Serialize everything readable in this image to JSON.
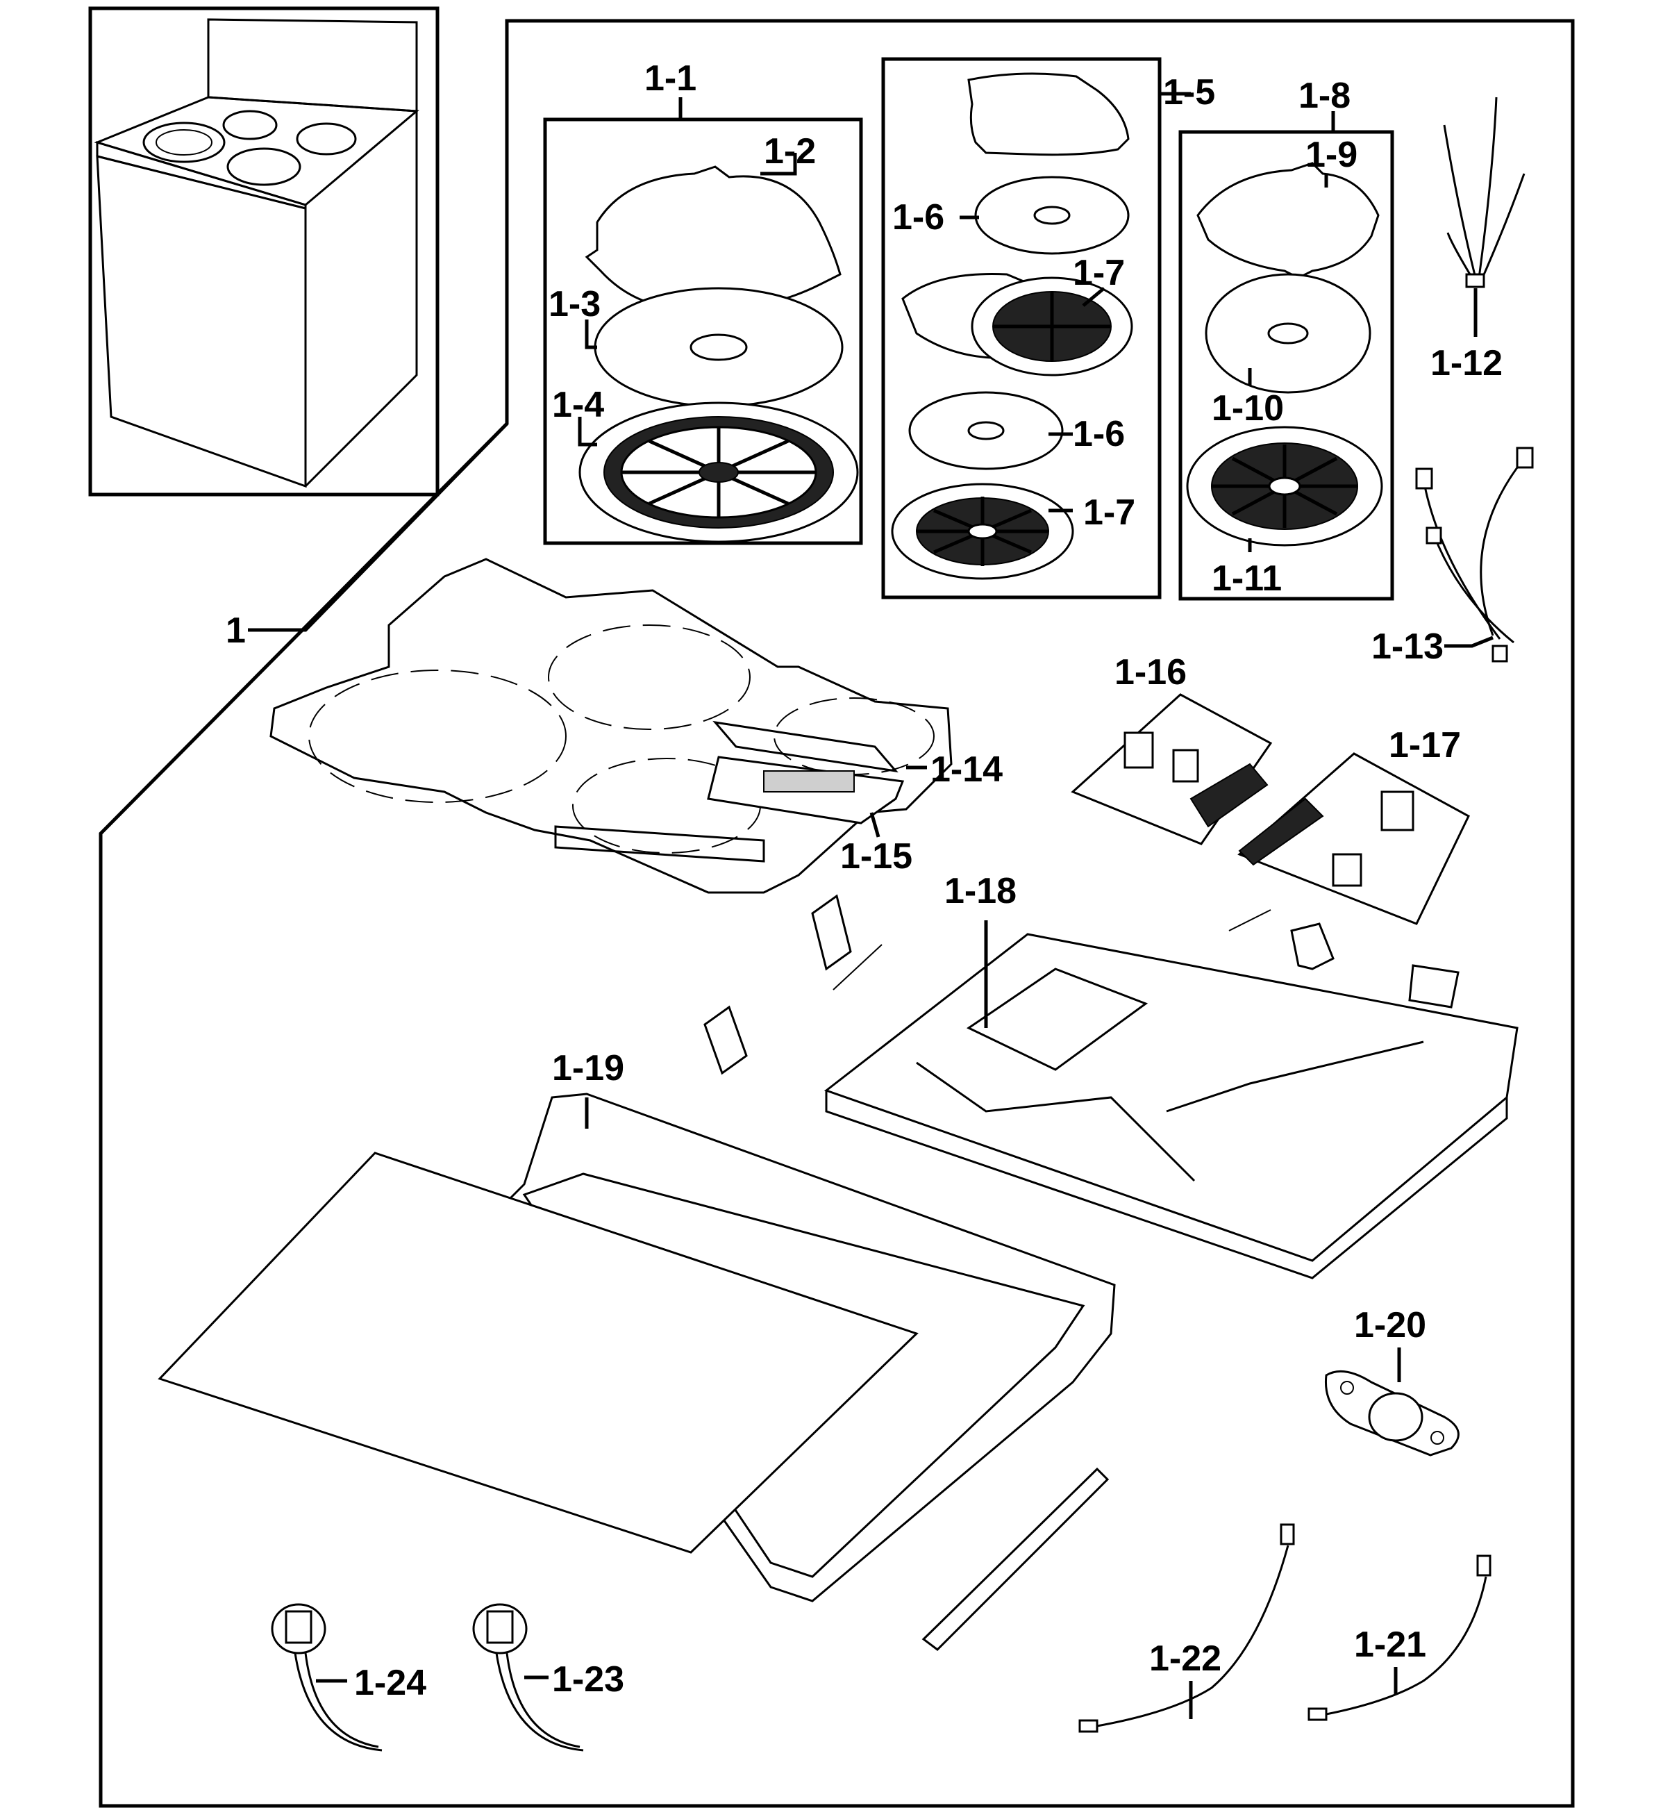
{
  "labels": {
    "l1": "1",
    "l1_1": "1-1",
    "l1_2": "1-2",
    "l1_3": "1-3",
    "l1_4": "1-4",
    "l1_5": "1-5",
    "l1_6a": "1-6",
    "l1_6b": "1-6",
    "l1_7a": "1-7",
    "l1_7b": "1-7",
    "l1_8": "1-8",
    "l1_9": "1-9",
    "l1_10": "1-10",
    "l1_11": "1-11",
    "l1_12": "1-12",
    "l1_13": "1-13",
    "l1_14": "1-14",
    "l1_15": "1-15",
    "l1_16": "1-16",
    "l1_17": "1-17",
    "l1_18": "1-18",
    "l1_19": "1-19",
    "l1_20": "1-20",
    "l1_21": "1-21",
    "l1_22": "1-22",
    "l1_23": "1-23",
    "l1_24": "1-24"
  }
}
